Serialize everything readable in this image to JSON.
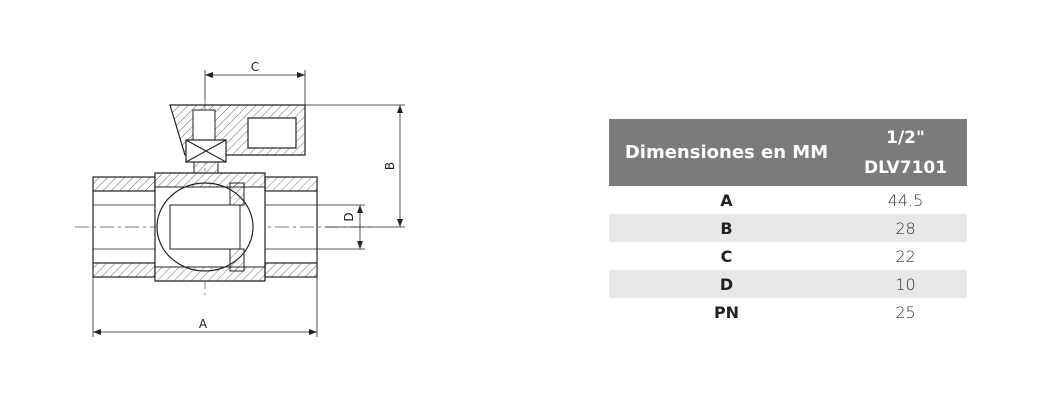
{
  "drawing": {
    "labels": {
      "a": "A",
      "b": "B",
      "c": "C",
      "d": "D"
    }
  },
  "table": {
    "header_label": "Dimensiones en MM",
    "header_size": "1/2\"",
    "header_model": "DLV7101",
    "rows": [
      {
        "key": "A",
        "value": "44.5"
      },
      {
        "key": "B",
        "value": "28"
      },
      {
        "key": "C",
        "value": "22"
      },
      {
        "key": "D",
        "value": "10"
      },
      {
        "key": "PN",
        "value": "25"
      }
    ]
  }
}
